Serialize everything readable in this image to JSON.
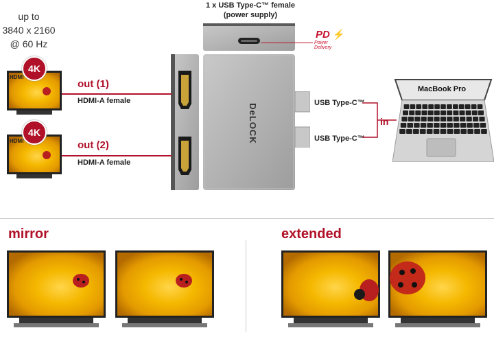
{
  "resolution": {
    "line1": "up to",
    "line2": "3840 x 2160",
    "line3": "@ 60 Hz"
  },
  "top_label": {
    "line1": "1 x USB Type-C™ female",
    "line2": "(power supply)"
  },
  "power_delivery": {
    "pd": "PD",
    "line1": "Power",
    "line2": "Delivery"
  },
  "outputs": [
    {
      "badge": "4K",
      "screen_text": "HDMI",
      "out_label": "out (1)",
      "port_label": "HDMI-A female"
    },
    {
      "badge": "4K",
      "screen_text": "HDMI",
      "out_label": "out (2)",
      "port_label": "HDMI-A female"
    }
  ],
  "brand": "DeLOCK",
  "inputs": {
    "usb1": "USB Type-C™",
    "usb2": "USB Type-C™",
    "in_label": "in"
  },
  "laptop": {
    "label": "MacBook Pro"
  },
  "modes": {
    "mirror": "mirror",
    "extended": "extended"
  },
  "colors": {
    "accent": "#b01028",
    "adapter": "#a9a9a9",
    "flower": "#f2b705"
  }
}
